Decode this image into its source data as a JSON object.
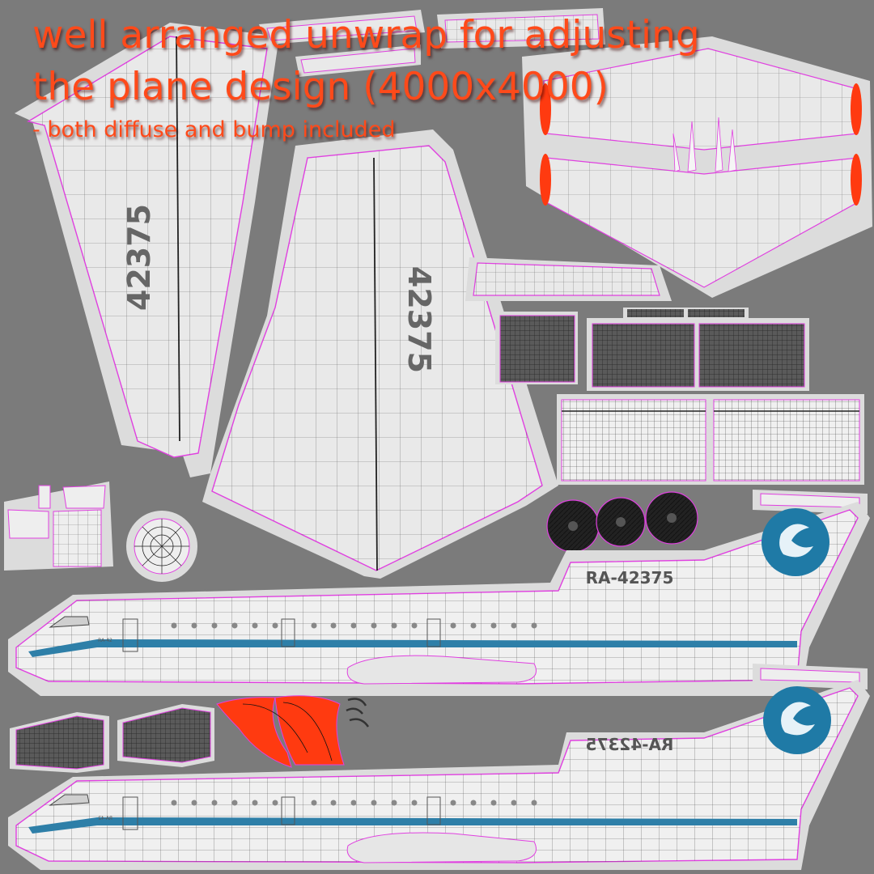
{
  "caption": {
    "line1": "well arranged unwrap for adjusting",
    "line2": "the plane design (4000x4000)",
    "line3": "- both diffuse and bump included"
  },
  "wing_left": {
    "number": "42375"
  },
  "wing_right": {
    "number": "42375"
  },
  "fuselage_top": {
    "tail_registration": "RA-42375",
    "nose_text": "RA-42"
  },
  "fuselage_bottom": {
    "tail_registration": "RA-42375",
    "nose_text": "RA-42"
  },
  "colors": {
    "background": "#7b7b7b",
    "island_fill": "#e6e6e6",
    "island_margin": "#dcdcdc",
    "seam": "#e040e0",
    "caption": "#ff4a1a",
    "livery_stripe": "#2e7fa8",
    "logo": "#1f7aa6",
    "highlight_parts": "#ff3a10"
  },
  "icons": {
    "tail_logo": "stylized-bird-logo-icon",
    "engine_fan": "turbine-fan-icon",
    "wheel": "wheel-hub-icon"
  }
}
